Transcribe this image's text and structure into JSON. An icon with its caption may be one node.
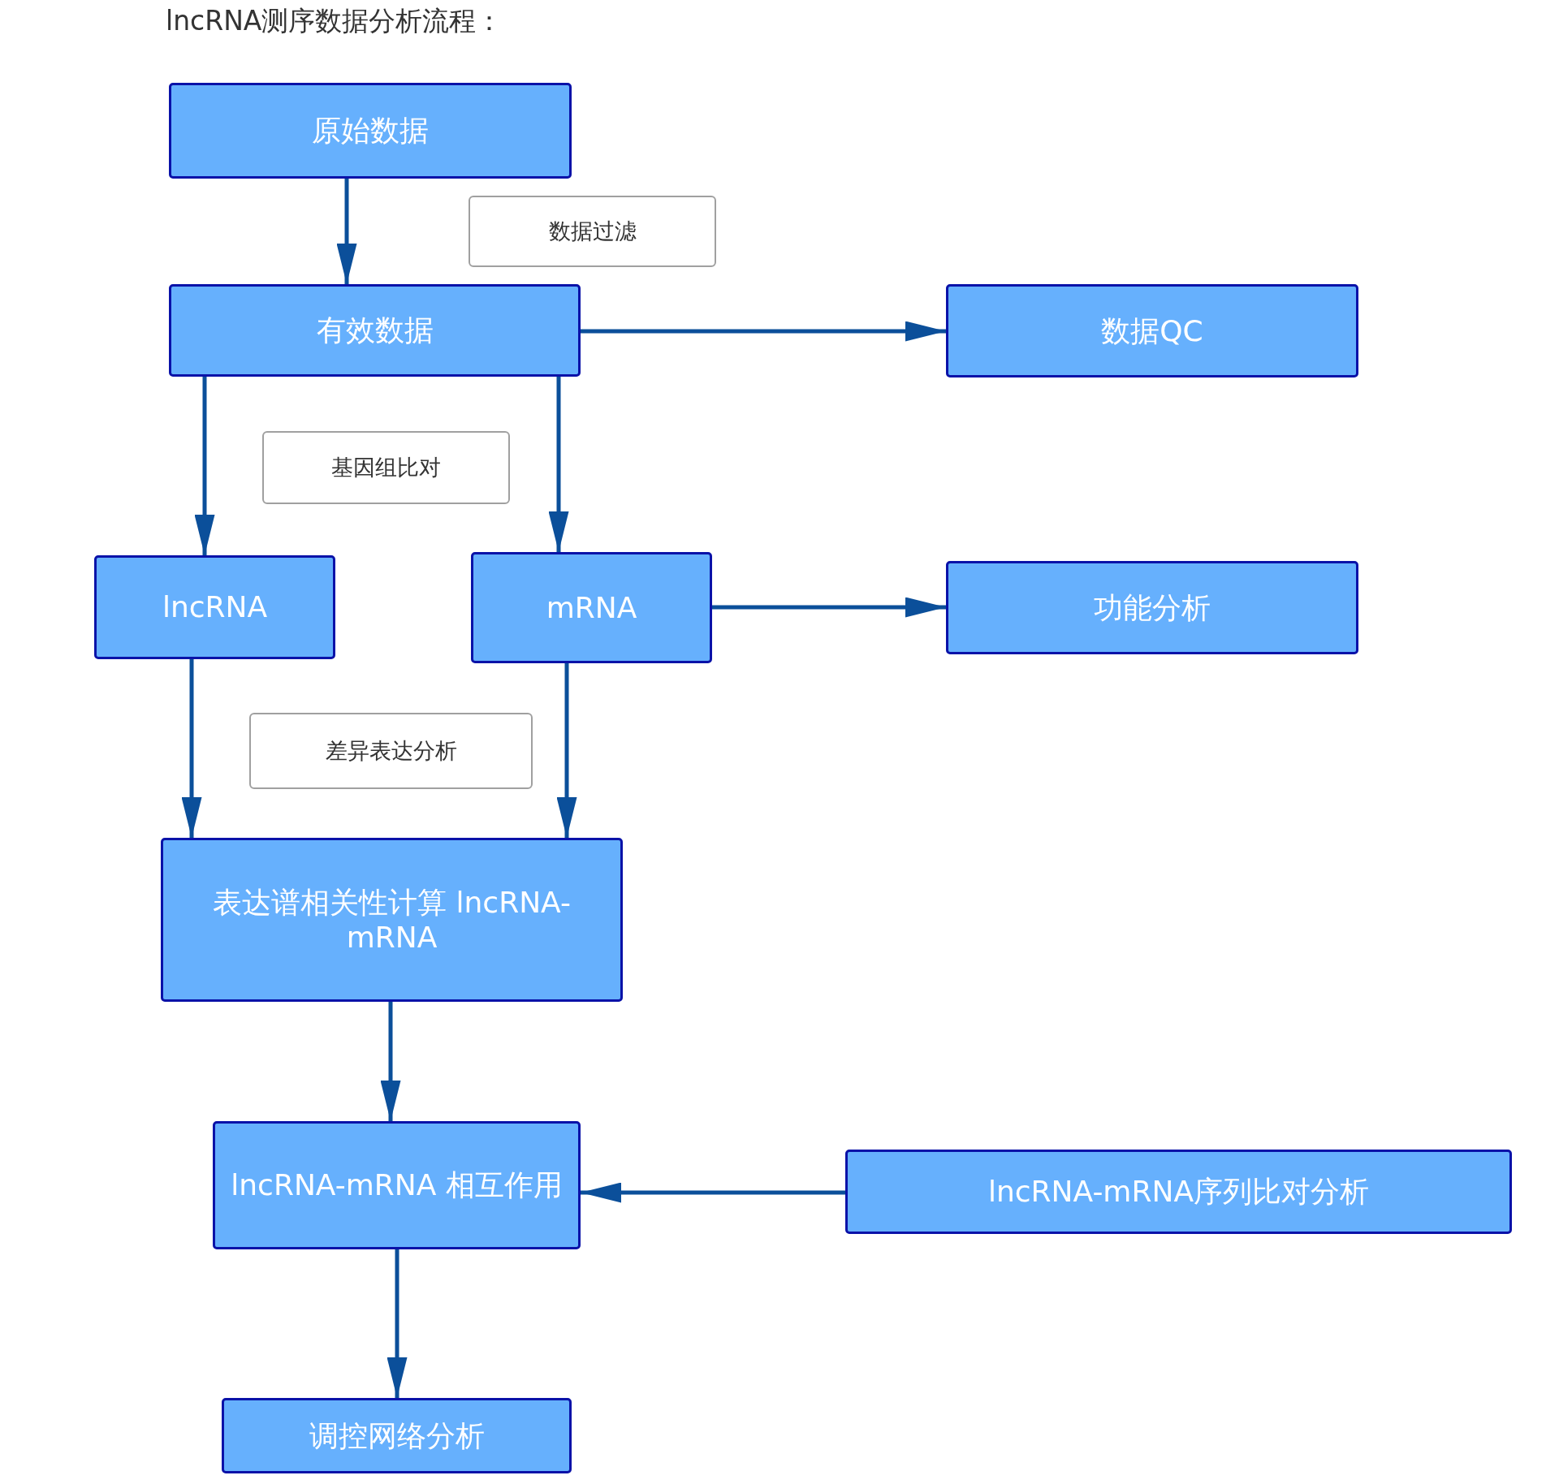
{
  "diagram": {
    "title": "lncRNA测序数据分析流程：",
    "nodes": [
      {
        "text": [
          "原始数据"
        ]
      },
      {
        "text": [
          "数据过滤"
        ]
      },
      {
        "text": [
          "有效数据"
        ]
      },
      {
        "text": [
          "数据QC"
        ]
      },
      {
        "text": [
          "基因组比对"
        ]
      },
      {
        "text": [
          "lncRNA"
        ]
      },
      {
        "text": [
          "mRNA"
        ]
      },
      {
        "text": [
          "功能分析"
        ]
      },
      {
        "text": [
          "差异表达分析"
        ]
      },
      {
        "text": [
          "表达谱相关性计算 lncRNA-mRNA"
        ]
      },
      {
        "text": [
          "lncRNA-mRNA 相互作用"
        ]
      },
      {
        "text": [
          "lncRNA-mRNA序列比对分析"
        ]
      },
      {
        "text": [
          "调控网络分析"
        ]
      }
    ],
    "edges": [
      {
        "from": 0,
        "to": 2,
        "arrow": "to"
      },
      {
        "from": 2,
        "to": 3,
        "arrow": "to"
      },
      {
        "from": 2,
        "to": 5,
        "arrow": "to"
      },
      {
        "from": 2,
        "to": 6,
        "arrow": "to"
      },
      {
        "from": 6,
        "to": 7,
        "arrow": "to"
      },
      {
        "from": 5,
        "to": 9,
        "arrow": "to"
      },
      {
        "from": 6,
        "to": 9,
        "arrow": "to"
      },
      {
        "from": 9,
        "to": 10,
        "arrow": "to"
      },
      {
        "from": 11,
        "to": 10,
        "arrow": "to"
      },
      {
        "from": 10,
        "to": 12,
        "arrow": "to"
      }
    ]
  }
}
